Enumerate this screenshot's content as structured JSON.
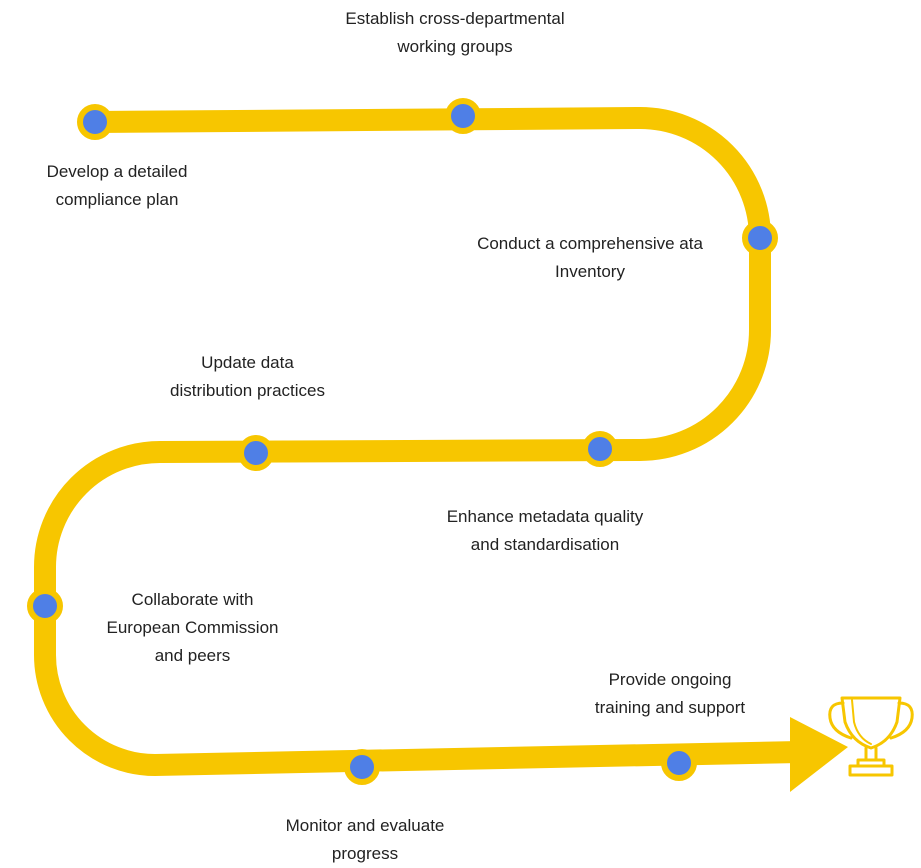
{
  "colors": {
    "path": "#f7c600",
    "node_fill": "#4f7fe6",
    "node_ring": "#f7c600",
    "trophy": "#f7c600",
    "text": "#222222"
  },
  "steps": [
    {
      "line1": "Develop a detailed",
      "line2": "compliance plan"
    },
    {
      "line1": "Establish cross-departmental",
      "line2": "working groups"
    },
    {
      "line1": "Conduct a comprehensive ata",
      "line2": "Inventory"
    },
    {
      "line1": "Enhance metadata quality",
      "line2": "and standardisation"
    },
    {
      "line1": "Update data",
      "line2": "distribution practices"
    },
    {
      "line1": "Collaborate with",
      "line2": "European Commission",
      "line3": "and peers"
    },
    {
      "line1": "Monitor and evaluate",
      "line2": "progress"
    },
    {
      "line1": "Provide ongoing",
      "line2": "training and support"
    }
  ],
  "end_icon": "trophy-icon"
}
